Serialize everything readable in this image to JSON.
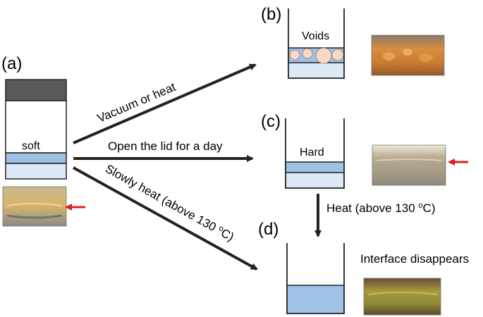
{
  "panels": {
    "a": {
      "label": "(a)",
      "layer_text": "soft"
    },
    "b": {
      "label": "(b)",
      "layer_text": "Voids"
    },
    "c": {
      "label": "(c)",
      "layer_text": "Hard"
    },
    "d": {
      "label": "(d)",
      "layer_text": "Interface disappears"
    }
  },
  "arrows": {
    "vacuum": "Vacuum or heat",
    "open_lid": "Open the lid for a day",
    "slow_heat_main": "Slowly heat (above 130 ",
    "slow_heat_sup": "o",
    "slow_heat_end": "C)",
    "heat_c_to_d_main": "Heat (above 130 ",
    "heat_c_to_d_sup": "o",
    "heat_c_to_d_end": "C)"
  },
  "photos": {
    "a_photo": "amber sample vial, red arrow marking the interface",
    "b_photo": "orange sample with trapped voids",
    "c_photo": "clear sample, red arrow marking the interface",
    "d_photo": "sample after heating, no visible interface"
  },
  "colors": {
    "layer_blue": "#9ec1e6",
    "layer_light": "#dde9f7",
    "lid_dark": "#595959",
    "void_fill": "#f7d9c8",
    "indicator_red": "#e02020",
    "line": "#222222"
  }
}
